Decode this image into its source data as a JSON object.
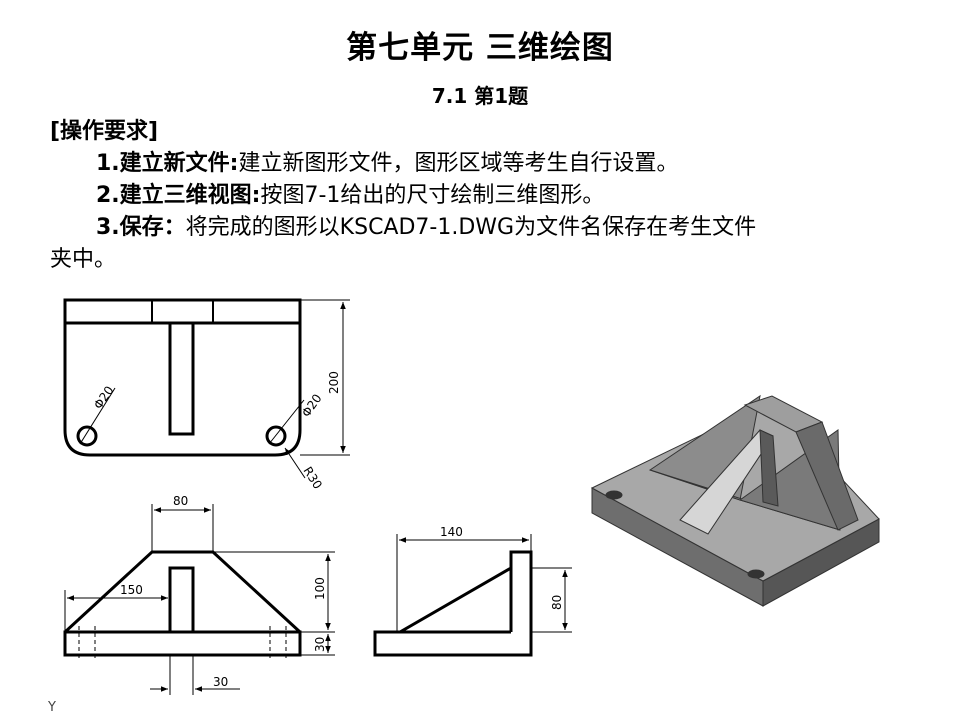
{
  "document": {
    "title": "第七单元 三维绘图",
    "subtitle": "7.1 第1题",
    "section_header": "[操作要求]",
    "steps": [
      {
        "label": "1.建立新文件:",
        "text": "建立新图形文件，图形区域等考生自行设置。"
      },
      {
        "label": "2.建立三维视图:",
        "text": "按图7-1给出的尺寸绘制三维图形。"
      },
      {
        "label": "3.保存：",
        "text": "将完成的图形以KSCAD7-1.DWG为文件名保存在考生文件",
        "continuation": "夹中。"
      }
    ]
  },
  "drawing": {
    "top_view_dims": {
      "phi_left": "Φ20",
      "phi_right": "Φ20",
      "height": "200",
      "radius": "R30"
    },
    "front_view_dims": {
      "top_width": "80",
      "offset": "150",
      "height": "100",
      "base": "30",
      "slot": "30"
    },
    "side_view_dims": {
      "width": "140",
      "height": "80"
    },
    "corner_mark": "Y"
  }
}
